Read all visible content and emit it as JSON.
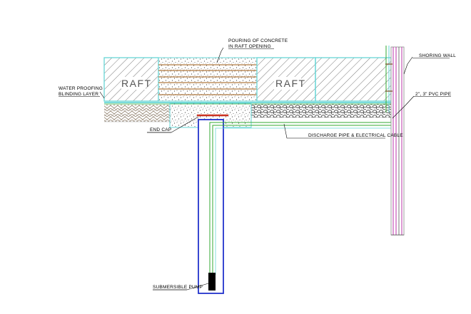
{
  "labels": {
    "raft_left": "RAFT",
    "raft_right": "RAFT",
    "concrete_line1": "POURING OF CONCRETE",
    "concrete_line2": "IN RAFT OPENING",
    "shoring_wall": "SHORING WALL",
    "waterproofing_line1": "WATER PROOFING",
    "waterproofing_line2": "BLINDING LAYER",
    "pvc_pipe": "2\", 3\" PVC PIPE",
    "end_cap": "END CAP",
    "discharge": "DISCHARGE PIPE & ELECTRICAL CABLE",
    "pump": "SUBMERSIBLE PUMP"
  },
  "colors": {
    "raft_outline": "#66d6d6",
    "hatch": "#7a7a7a",
    "pipe_green": "#33aa33",
    "pipe_outline": "#2233cc",
    "shoring_magenta": "#bb33aa",
    "end_cap": "#cc3322",
    "pump": "#000000"
  }
}
